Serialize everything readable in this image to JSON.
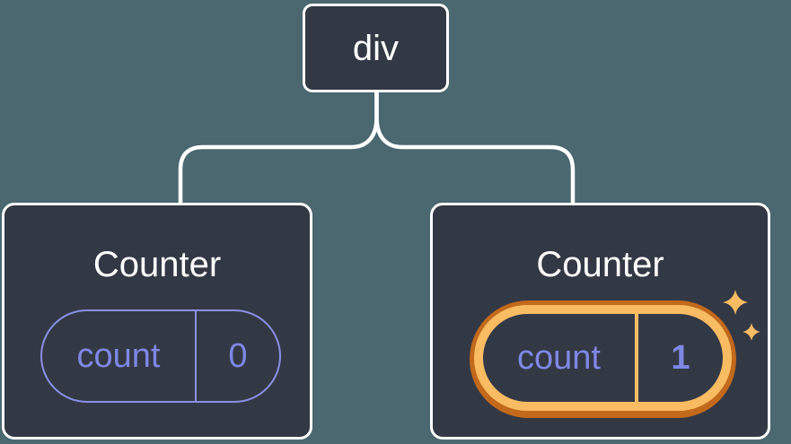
{
  "diagram": {
    "root": {
      "label": "div"
    },
    "counters": [
      {
        "title": "Counter",
        "state": {
          "label": "count",
          "value": "0"
        },
        "highlighted": false
      },
      {
        "title": "Counter",
        "state": {
          "label": "count",
          "value": "1"
        },
        "highlighted": true
      }
    ],
    "colors": {
      "background": "#4b6770",
      "node_fill": "#333845",
      "node_border": "#ffffff",
      "connector": "#ffffff",
      "state_purple": "#7f87e4",
      "pill_border_purple": "#8a90e6",
      "highlight_light_orange": "#f9bc62",
      "highlight_dark_orange": "#c2691b"
    },
    "icons": {
      "sparkles": "sparkles-icon"
    }
  }
}
